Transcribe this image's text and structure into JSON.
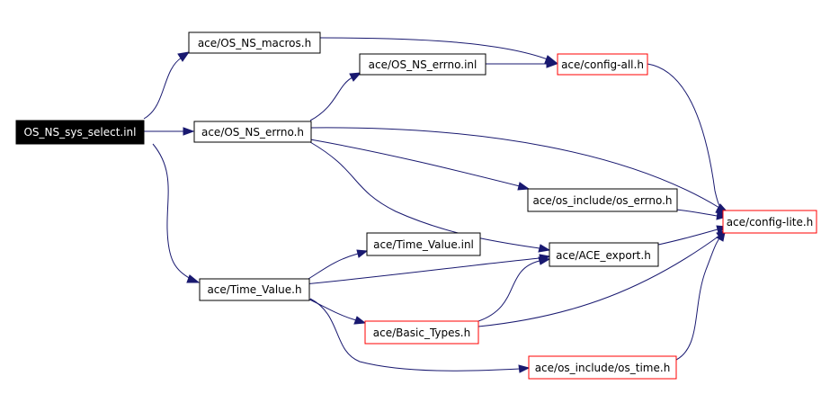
{
  "graph": {
    "colors": {
      "edge": "#191970",
      "root_fill": "#000000",
      "root_text": "#ffffff",
      "node_border": "#000000",
      "incomplete_border": "#ff0000",
      "node_fill": "#ffffff"
    },
    "nodes": {
      "os_ns_sys_select": {
        "label": "OS_NS_sys_select.inl"
      },
      "os_ns_macros": {
        "label": "ace/OS_NS_macros.h"
      },
      "os_ns_errno_h": {
        "label": "ace/OS_NS_errno.h"
      },
      "os_ns_errno_inl": {
        "label": "ace/OS_NS_errno.inl"
      },
      "config_all": {
        "label": "ace/config-all.h"
      },
      "os_errno": {
        "label": "ace/os_include/os_errno.h"
      },
      "config_lite": {
        "label": "ace/config-lite.h"
      },
      "time_value_inl": {
        "label": "ace/Time_Value.inl"
      },
      "ace_export": {
        "label": "ace/ACE_export.h"
      },
      "time_value_h": {
        "label": "ace/Time_Value.h"
      },
      "basic_types": {
        "label": "ace/Basic_Types.h"
      },
      "os_time": {
        "label": "ace/os_include/os_time.h"
      }
    }
  }
}
